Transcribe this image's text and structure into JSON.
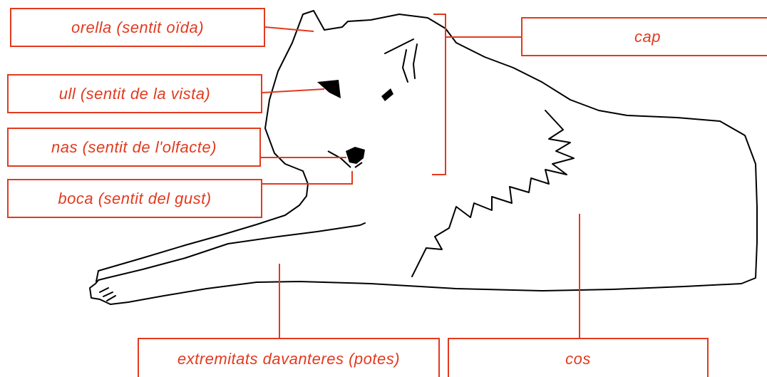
{
  "labels": {
    "orella": "orella (sentit oïda)",
    "ull": "ull (sentit de la vista)",
    "nas": "nas (sentit de l'olfacte)",
    "boca": "boca (sentit del gust)",
    "cap": "cap",
    "potes": "extremitats davanteres (potes)",
    "cos": "cos"
  },
  "colors": {
    "accent": "#e23a1e",
    "outline": "#000000",
    "background": "#ffffff"
  }
}
